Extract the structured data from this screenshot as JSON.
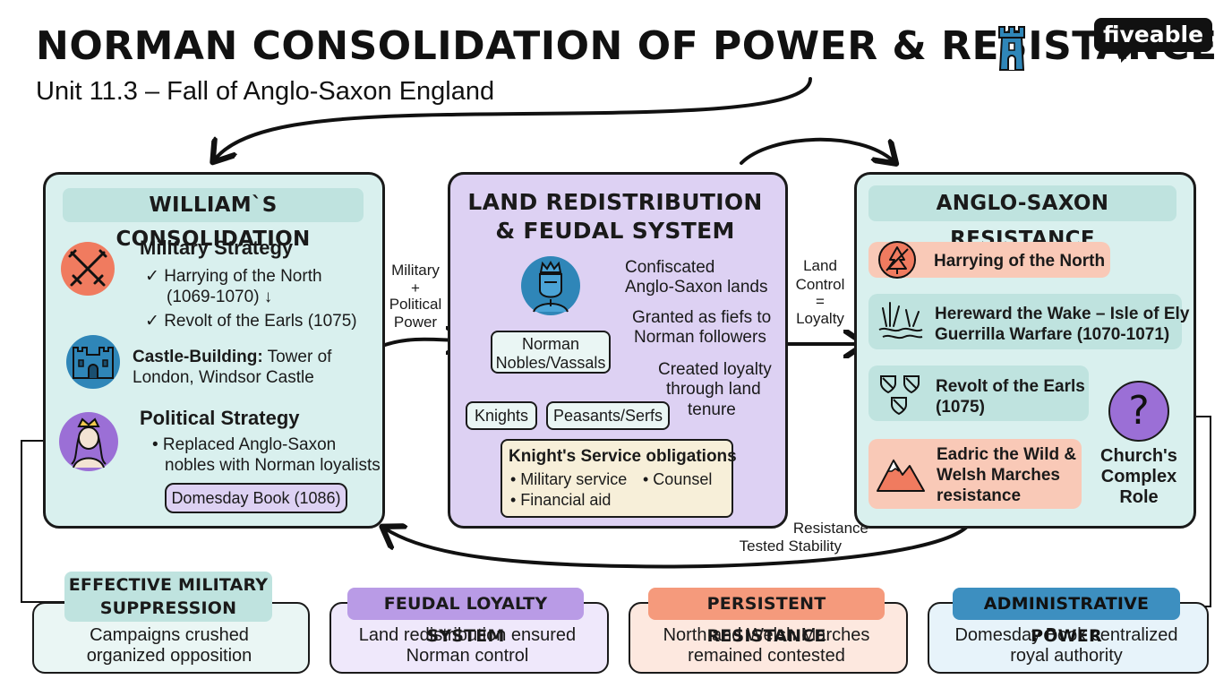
{
  "header": {
    "title": "NORMAN CONSOLIDATION OF POWER & RESISTANCE",
    "subtitle": "Unit 11.3 – Fall of Anglo-Saxon England",
    "logo": "fiveable"
  },
  "williams_consolidation": {
    "title": "WILLIAM`S CONSOLIDATION",
    "military_strategy": {
      "heading": "Military Strategy",
      "item1_line1": "✓ Harrying of the North",
      "item1_line2": "(1069-1070) ↓",
      "item2": "✓ Revolt of the Earls (1075)"
    },
    "castle_building": {
      "label": "Castle-Building:",
      "text_line1": "Tower of",
      "text_line2": "London, Windsor Castle"
    },
    "political_strategy": {
      "heading": "Political Strategy",
      "bullet_line1": "• Replaced Anglo-Saxon",
      "bullet_line2": "nobles with Norman loyalists",
      "domesday": "Domesday Book (1086)"
    }
  },
  "land_redistribution": {
    "title_line1": "LAND REDISTRIBUTION",
    "title_line2": "& FEUDAL SYSTEM",
    "note1_line1": "Confiscated",
    "note1_line2": "Anglo-Saxon lands",
    "note2_line1": "Granted as fiefs to",
    "note2_line2": "Norman followers",
    "note3_line1": "Created loyalty",
    "note3_line2": "through land",
    "note3_line3": "tenure",
    "nobles_line1": "Norman",
    "nobles_line2": "Nobles/Vassals",
    "knights": "Knights",
    "peasants": "Peasants/Serfs",
    "service": {
      "title": "Knight's Service obligations",
      "item1": "• Military service",
      "item2": "• Counsel",
      "item3": "• Financial aid"
    }
  },
  "anglo_saxon_resistance": {
    "title": "ANGLO-SAXON RESISTANCE",
    "harrying": "Harrying of the North",
    "hereward_line1": "Hereward the Wake – Isle of Ely",
    "hereward_line2": "Guerrilla Warfare (1070-1071)",
    "earls_line1": "Revolt of the Earls",
    "earls_line2": "(1075)",
    "eadric_line1": "Eadric the Wild &",
    "eadric_line2": "Welsh Marches",
    "eadric_line3": "resistance",
    "church_line1": "Church's",
    "church_line2": "Complex",
    "church_line3": "Role",
    "church_icon_glyph": "?"
  },
  "connectors": {
    "left_line1": "Military",
    "left_line2": "+",
    "left_line3": "Political",
    "left_line4": "Power",
    "right_line1": "Land",
    "right_line2": "Control",
    "right_line3": "=",
    "right_line4": "Loyalty",
    "bottom_line1": "Resistance",
    "bottom_line2": "Tested Stability"
  },
  "outcomes": [
    {
      "tag_line1": "EFFECTIVE MILITARY",
      "tag_line2": "SUPPRESSION",
      "text_line1": "Campaigns crushed",
      "text_line2": "organized opposition"
    },
    {
      "tag_line1": "FEUDAL LOYALTY SYSTEM",
      "text_line1": "Land redistribution ensured",
      "text_line2": "Norman control"
    },
    {
      "tag_line1": "PERSISTENT RESISTANCE",
      "text_line1": "North and Welsh Marches",
      "text_line2": "remained contested"
    },
    {
      "tag_line1": "ADMINISTRATIVE POWER",
      "text_line1": "Domesday Book centralized",
      "text_line2": "royal authority"
    }
  ],
  "icons": [
    "tower-icon",
    "crossed-swords-icon",
    "castle-icon",
    "queen-icon",
    "king-icon",
    "burning-tree-icon",
    "marsh-icon",
    "shields-icon",
    "mountains-icon",
    "question-icon"
  ],
  "colors": {
    "teal_panel": "#d9f0ee",
    "purple_panel": "#ddd1f3",
    "salmon": "#f9c9b7",
    "orange_icon": "#f07b5f",
    "blue_icon": "#2f86b8",
    "purple_icon": "#9b6fd6",
    "cream": "#f7efd9"
  }
}
